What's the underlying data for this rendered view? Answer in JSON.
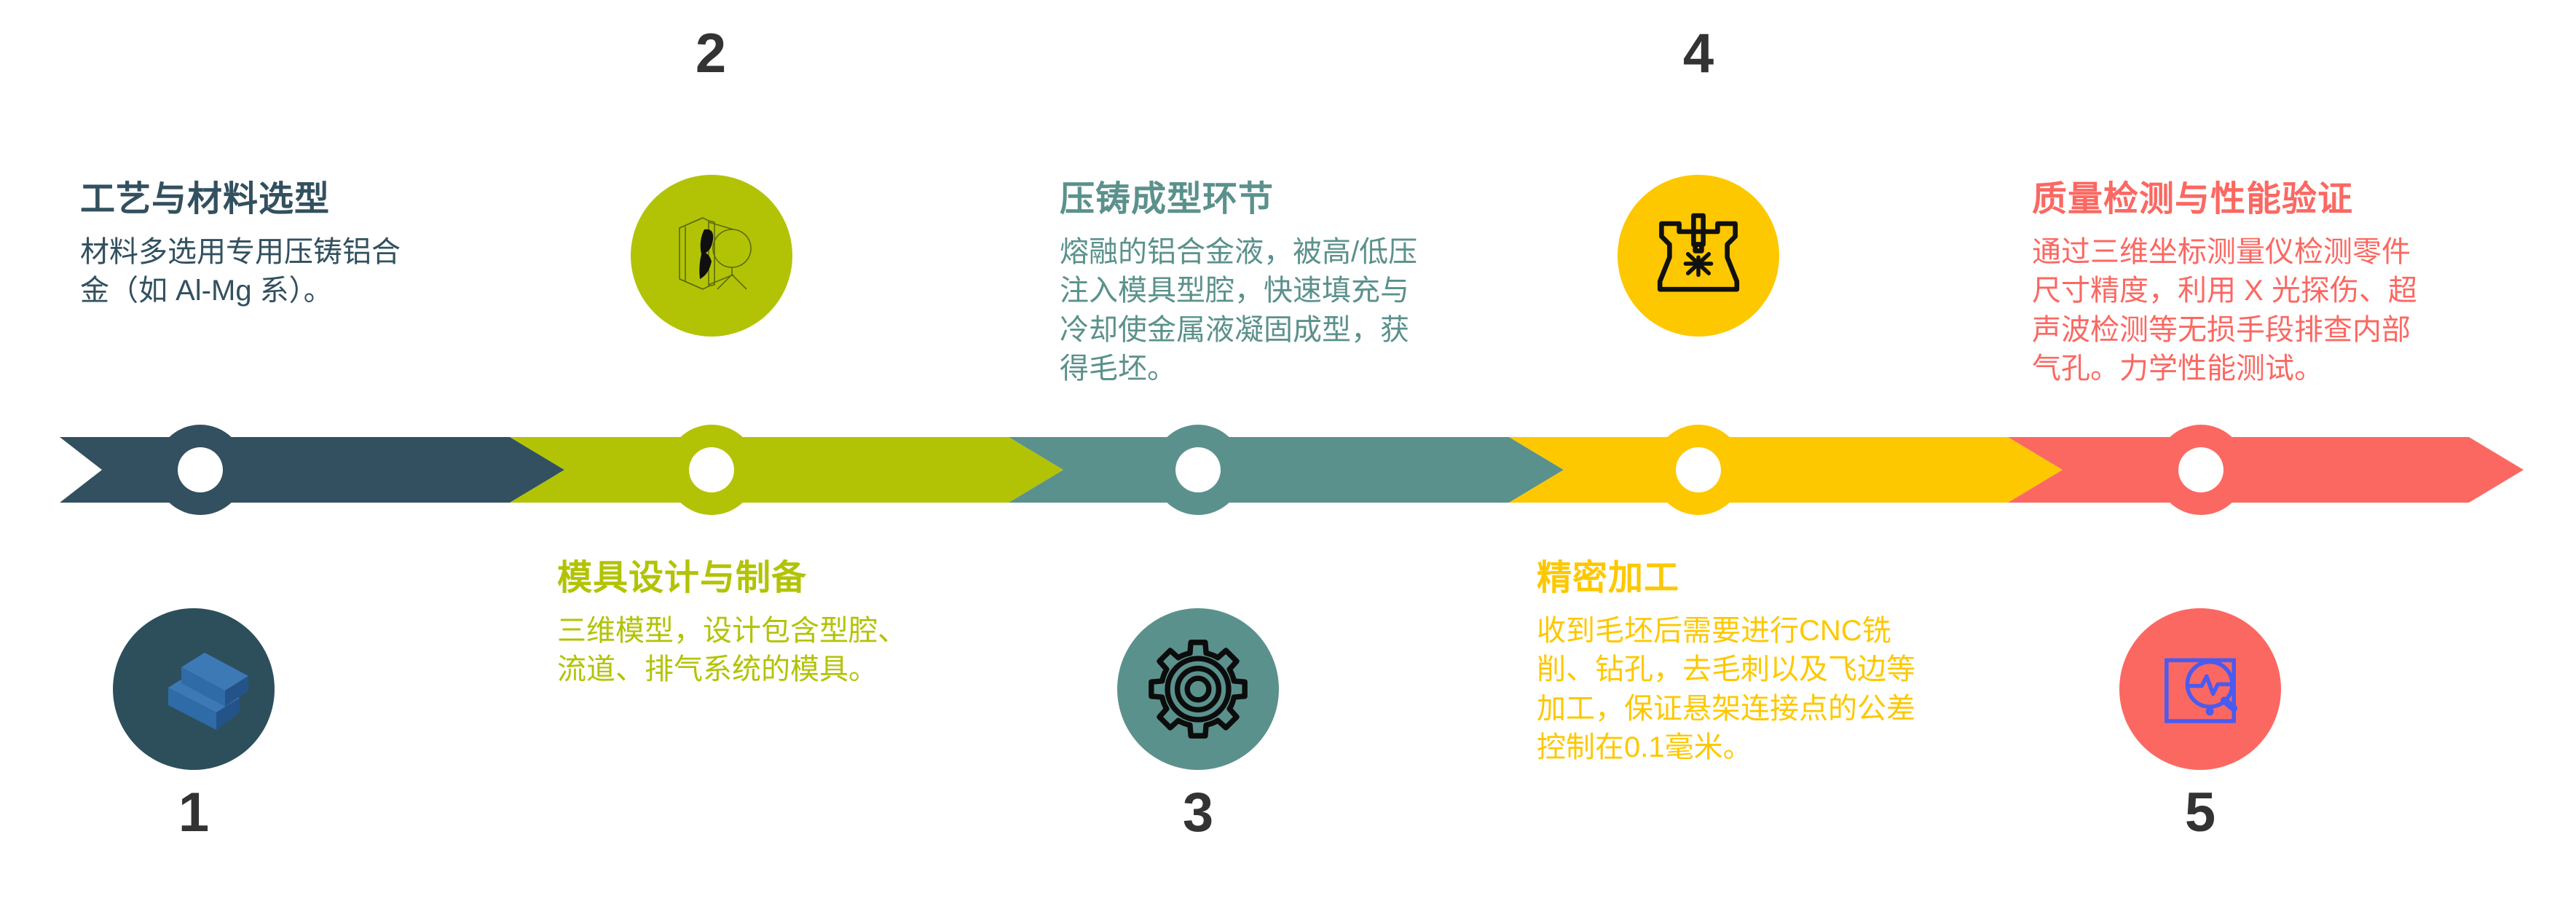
{
  "infographic": {
    "type": "process-timeline",
    "direction": "left-to-right",
    "step_count": 5,
    "background": "#ffffff"
  },
  "steps": [
    {
      "number": "1",
      "title": "工艺与材料选型",
      "body": "材料多选用专用压铸铝合金（如 Al-Mg 系）。",
      "color": "#32505f",
      "icon_name": "metal-ingots-icon",
      "icon_circle_color": "#2d4f5c",
      "text_side": "above",
      "icon_side": "below"
    },
    {
      "number": "2",
      "title": "模具设计与制备",
      "body": "三维模型，设计包含型腔、流道、排气系统的模具。",
      "color": "#b2c306",
      "icon_name": "mold-design-icon",
      "icon_circle_color": "#b2c306",
      "text_side": "below",
      "icon_side": "above"
    },
    {
      "number": "3",
      "title": "压铸成型环节",
      "body": "熔融的铝合金液，被高/低压注入模具型腔，快速填充与冷却使金属液凝固成型，获得毛坯。",
      "color": "#5b918c",
      "icon_name": "gear-icon",
      "icon_circle_color": "#5b918c",
      "text_side": "above",
      "icon_side": "below"
    },
    {
      "number": "4",
      "title": "精密加工",
      "body": "收到毛坯后需要进行CNC铣削、钻孔，去毛刺以及飞边等加工，保证悬架连接点的公差控制在0.1毫米。",
      "color": "#fdc800",
      "icon_name": "cnc-machine-icon",
      "icon_circle_color": "#fdc800",
      "text_side": "below",
      "icon_side": "above"
    },
    {
      "number": "5",
      "title": "质量检测与性能验证",
      "body": "通过三维坐标测量仪检测零件尺寸精度，利用 X 光探伤、超声波检测等无损手段排查内部气孔。力学性能测试。",
      "color": "#fb6862",
      "icon_name": "inspection-magnifier-icon",
      "icon_circle_color": "#fb6862",
      "text_side": "above",
      "icon_side": "below"
    }
  ],
  "palette": {
    "number_color": "#333333",
    "node_hole_color": "#ffffff",
    "ingot_light": "#3d7ab5",
    "ingot_mid": "#2f6ba6",
    "ingot_dark": "#24538a",
    "icon_stroke_dark": "#111111",
    "inspection_icon_stroke": "#4a5bf0"
  }
}
